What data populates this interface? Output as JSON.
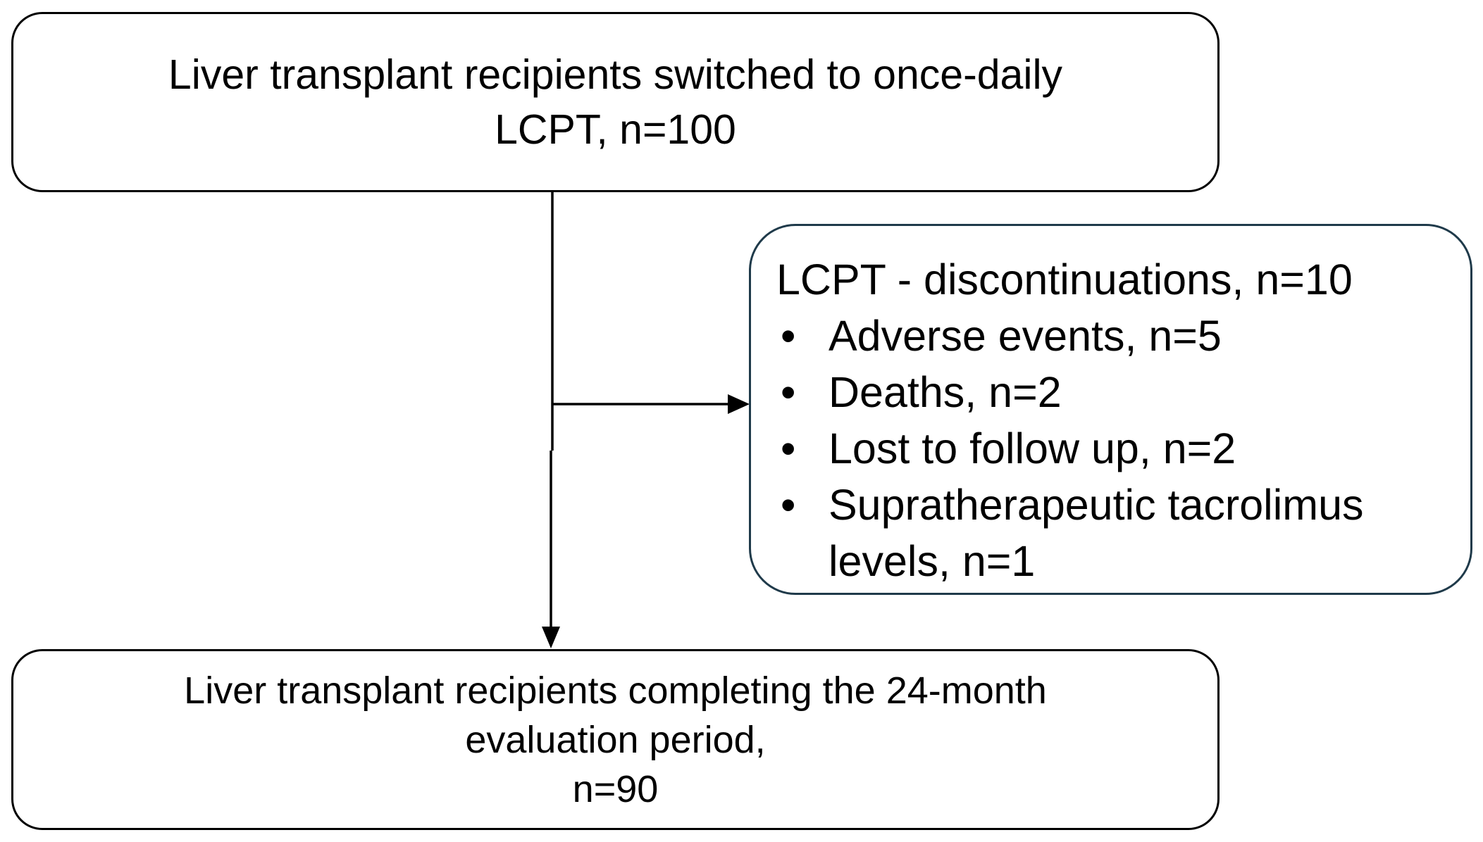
{
  "top_box": {
    "line1": "Liver transplant recipients switched to once-daily",
    "line2": "LCPT, n=100"
  },
  "side_box": {
    "title": "LCPT - discontinuations, n=10",
    "bullet_char": "•",
    "items": [
      {
        "line1": "Adverse events, n=5"
      },
      {
        "line1": "Deaths, n=2"
      },
      {
        "line1": "Lost to follow up, n=2"
      },
      {
        "line1": "Supratherapeutic tacrolimus",
        "line2": "levels, n=1"
      }
    ]
  },
  "bottom_box": {
    "line1": "Liver transplant recipients completing the 24-month",
    "line2": "evaluation period,",
    "line3": "n=90"
  },
  "colors": {
    "box_border": "#000000",
    "side_box_border": "#1f3a4a",
    "connector": "#000000",
    "text": "#000000",
    "background": "#ffffff"
  }
}
